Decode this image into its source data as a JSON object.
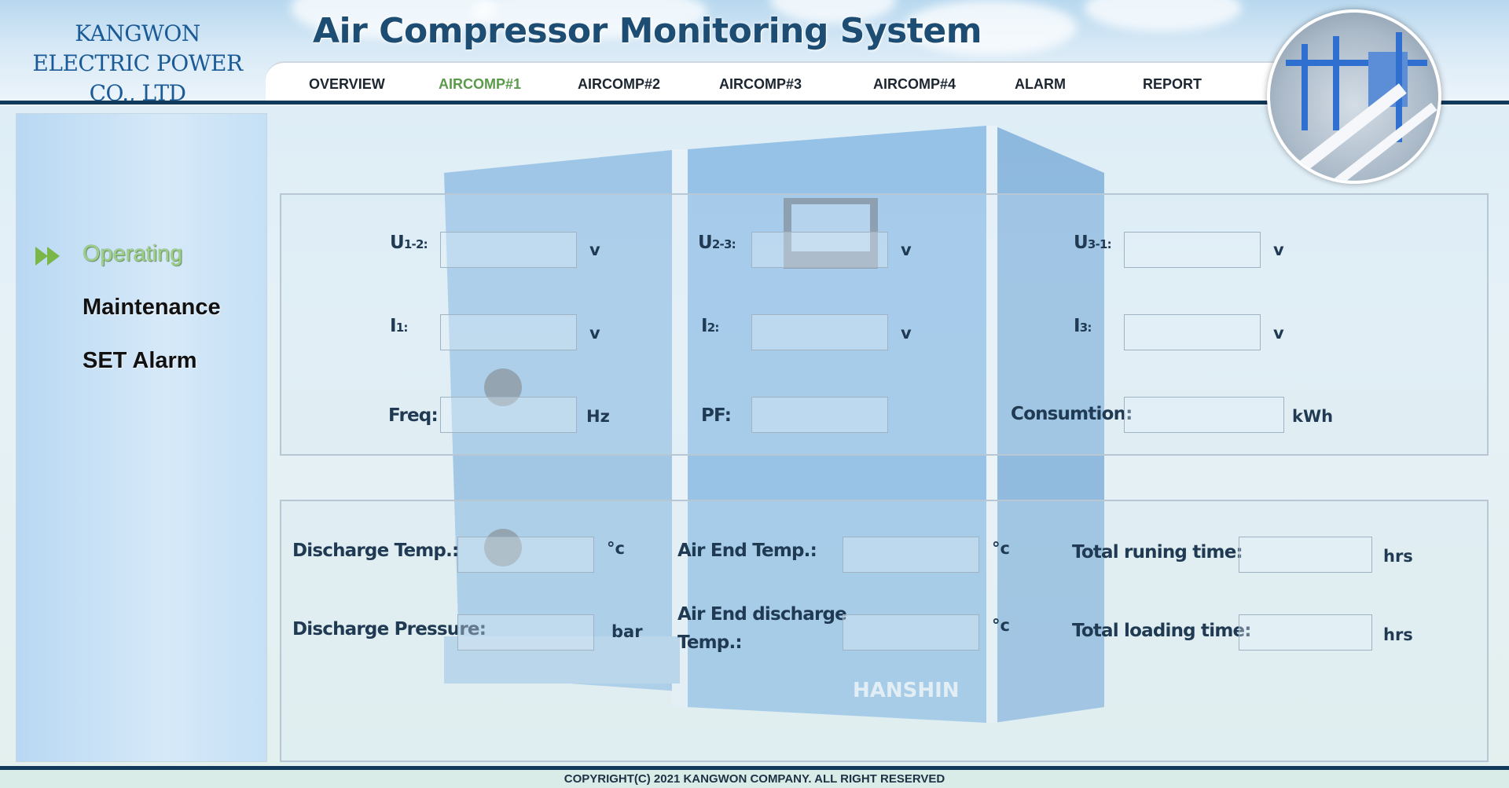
{
  "header": {
    "company_line1": "KANGWON",
    "company_line2": "ELECTRIC POWER CO., LTD",
    "title": "Air Compressor Monitoring System"
  },
  "nav": {
    "items": [
      {
        "label": "OVERVIEW",
        "active": false
      },
      {
        "label": "AIRCOMP#1",
        "active": true
      },
      {
        "label": "AIRCOMP#2",
        "active": false
      },
      {
        "label": "AIRCOMP#3",
        "active": false
      },
      {
        "label": "AIRCOMP#4",
        "active": false
      },
      {
        "label": "ALARM",
        "active": false
      },
      {
        "label": "REPORT",
        "active": false
      }
    ]
  },
  "sidebar": {
    "items": [
      {
        "label": "Operating",
        "active": true
      },
      {
        "label": "Maintenance",
        "active": false
      },
      {
        "label": "SET Alarm",
        "active": false
      }
    ]
  },
  "electrical": {
    "u12": {
      "label_main": "U",
      "label_sub": "1-2:",
      "value": "",
      "unit": "v"
    },
    "u23": {
      "label_main": "U",
      "label_sub": "2-3:",
      "value": "",
      "unit": "v"
    },
    "u31": {
      "label_main": "U",
      "label_sub": "3-1:",
      "value": "",
      "unit": "v"
    },
    "i1": {
      "label_main": "I",
      "label_sub": "1:",
      "value": "",
      "unit": "v"
    },
    "i2": {
      "label_main": "I",
      "label_sub": "2:",
      "value": "",
      "unit": "v"
    },
    "i3": {
      "label_main": "I",
      "label_sub": "3:",
      "value": "",
      "unit": "v"
    },
    "freq": {
      "label": "Freq:",
      "value": "",
      "unit": "Hz"
    },
    "pf": {
      "label": "PF:",
      "value": ""
    },
    "consumption": {
      "label": "Consumtion:",
      "value": "",
      "unit": "kWh"
    }
  },
  "thermal": {
    "discharge_temp": {
      "label": "Discharge Temp.:",
      "value": "",
      "unit": "°c"
    },
    "air_end_temp": {
      "label": "Air End Temp.:",
      "value": "",
      "unit": "°c"
    },
    "total_running": {
      "label": "Total runing time:",
      "value": "",
      "unit": "hrs"
    },
    "discharge_pressure": {
      "label": "Discharge Pressure:",
      "value": "",
      "unit": "bar"
    },
    "air_end_discharge_temp": {
      "label_line1": "Air End discharge",
      "label_line2": "Temp.:",
      "value": "",
      "unit": "°c"
    },
    "total_loading": {
      "label": "Total loading time:",
      "value": "",
      "unit": "hrs"
    }
  },
  "machine_brand": "HANSHIN",
  "footer": {
    "copyright": "COPYRIGHT(C) 2021 KANGWON COMPANY. ALL RIGHT RESERVED"
  },
  "colors": {
    "nav_active": "#5a9a4b",
    "header_band": "#13395a",
    "title": "#1e4d73"
  }
}
